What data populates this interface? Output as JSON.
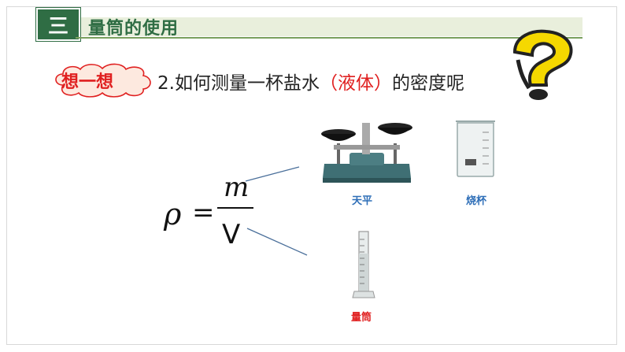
{
  "header": {
    "section_number": "三",
    "title": "量筒的使用"
  },
  "prompt": {
    "badge": "想一想",
    "question_prefix": "2.如何测量一杯盐水",
    "question_highlight": "（液体）",
    "question_suffix": "的密度呢"
  },
  "formula": {
    "rho": "ρ",
    "equals": "=",
    "numerator": "m",
    "denominator": "V"
  },
  "items": [
    {
      "name": "balance",
      "caption": "天平",
      "caption_color": "#2f6fb8"
    },
    {
      "name": "beaker",
      "caption": "烧杯",
      "caption_color": "#2f6fb8"
    },
    {
      "name": "cylinder",
      "caption": "量筒",
      "caption_color": "#e02020"
    }
  ],
  "colors": {
    "accent_green": "#2f6d44",
    "highlight_red": "#e02020",
    "caption_blue": "#2f6fb8",
    "qmark_yellow": "#f5d800"
  }
}
